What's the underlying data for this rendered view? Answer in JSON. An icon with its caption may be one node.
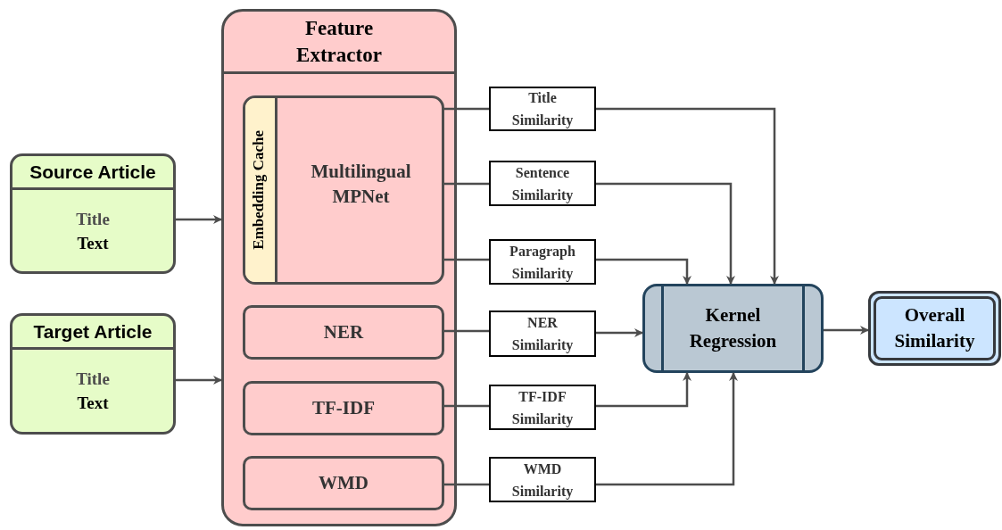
{
  "diagram": {
    "nodes": [
      {
        "text": [
          "Source Article",
          "Title",
          "Text"
        ]
      },
      {
        "text": [
          "Target Article",
          "Title",
          "Text"
        ]
      },
      {
        "text": [
          "Feature Extractor"
        ]
      },
      {
        "text": [
          "Multilingual MPNet"
        ],
        "in": 2
      },
      {
        "text": [
          "Embedding Cache"
        ],
        "in": 3
      },
      {
        "text": [
          "NER"
        ],
        "in": 2
      },
      {
        "text": [
          "TF-IDF"
        ],
        "in": 2
      },
      {
        "text": [
          "WMD"
        ],
        "in": 2
      },
      {
        "text": [
          "Title Similarity"
        ]
      },
      {
        "text": [
          "Sentence Similarity"
        ]
      },
      {
        "text": [
          "Paragraph Similarity"
        ]
      },
      {
        "text": [
          "NER Similarity"
        ]
      },
      {
        "text": [
          "TF-IDF Similarity"
        ]
      },
      {
        "text": [
          "WMD Similarity"
        ]
      },
      {
        "text": [
          "Kernel Regression"
        ]
      },
      {
        "text": [
          "Overall Similarity"
        ]
      }
    ],
    "edges": [
      {
        "from": 0,
        "to": 2,
        "arrow": "to"
      },
      {
        "from": 1,
        "to": 2,
        "arrow": "to"
      },
      {
        "from": 3,
        "to": 8,
        "arrow": "none"
      },
      {
        "from": 3,
        "to": 9,
        "arrow": "none"
      },
      {
        "from": 3,
        "to": 10,
        "arrow": "none"
      },
      {
        "from": 5,
        "to": 11,
        "arrow": "none"
      },
      {
        "from": 6,
        "to": 12,
        "arrow": "none"
      },
      {
        "from": 7,
        "to": 13,
        "arrow": "none"
      },
      {
        "from": 8,
        "to": 14,
        "arrow": "to"
      },
      {
        "from": 9,
        "to": 14,
        "arrow": "to"
      },
      {
        "from": 10,
        "to": 14,
        "arrow": "to"
      },
      {
        "from": 11,
        "to": 14,
        "arrow": "to"
      },
      {
        "from": 12,
        "to": 14,
        "arrow": "to"
      },
      {
        "from": 13,
        "to": 14,
        "arrow": "to"
      },
      {
        "from": 14,
        "to": 15,
        "arrow": "to"
      }
    ]
  }
}
